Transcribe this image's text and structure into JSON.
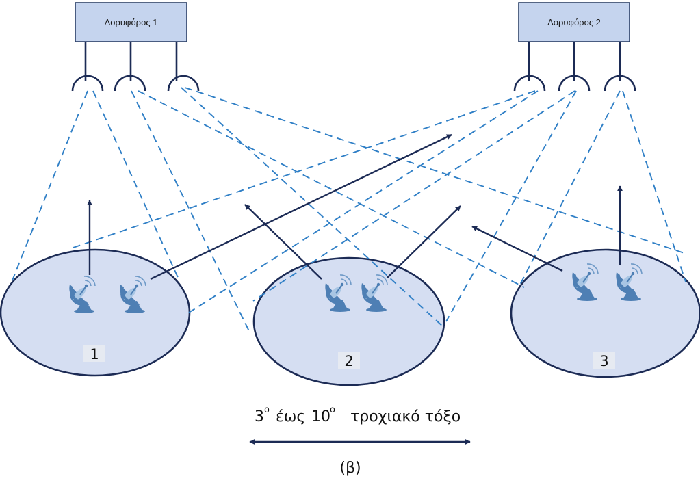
{
  "satellites": [
    {
      "id": "sat1",
      "label": "Δορυφόρος 1"
    },
    {
      "id": "sat2",
      "label": "Δορυφόρος 2"
    }
  ],
  "cells": [
    {
      "id": "cell1",
      "label": "1"
    },
    {
      "id": "cell2",
      "label": "2"
    },
    {
      "id": "cell3",
      "label": "3"
    }
  ],
  "caption": {
    "start_value": "3",
    "start_unit": "ο",
    "middle": "έως",
    "end_value": "10",
    "end_unit": "ο",
    "arc_text": "τροχιακό τόξο",
    "figure_label": "(β)"
  },
  "colors": {
    "satellite_fill": "#c5d4ee",
    "cell_fill": "#d5def2",
    "outline": "#1c2b55",
    "beam": "#2f7fc6",
    "dish": "#4e7fb4"
  },
  "icons": {
    "antenna_feed": "antenna-feed-icon",
    "earth_station": "satellite-dish-icon"
  }
}
